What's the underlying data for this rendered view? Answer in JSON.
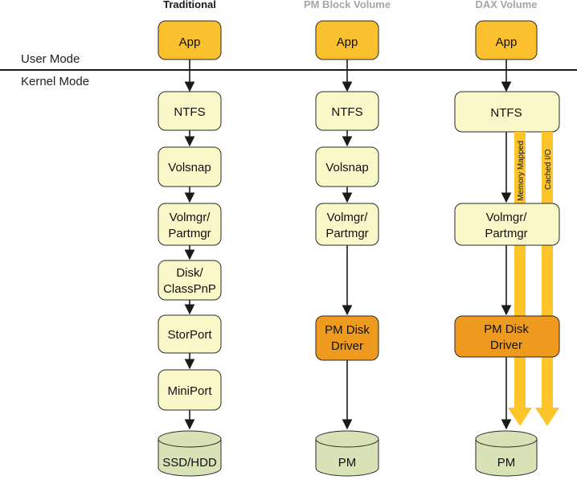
{
  "columns": {
    "traditional": "Traditional",
    "pm_block": "PM Block Volume",
    "dax": "DAX Volume"
  },
  "modes": {
    "user": "User Mode",
    "kernel": "Kernel Mode"
  },
  "traditional": {
    "app": "App",
    "ntfs": "NTFS",
    "volsnap": "Volsnap",
    "volmgr_1": "Volmgr/",
    "volmgr_2": "Partmgr",
    "disk_1": "Disk/",
    "disk_2": "ClassPnP",
    "storport": "StorPort",
    "miniport": "MiniPort",
    "storage": "SSD/HDD"
  },
  "pm_block": {
    "app": "App",
    "ntfs": "NTFS",
    "volsnap": "Volsnap",
    "volmgr_1": "Volmgr/",
    "volmgr_2": "Partmgr",
    "driver_1": "PM Disk",
    "driver_2": "Driver",
    "storage": "PM"
  },
  "dax": {
    "app": "App",
    "ntfs": "NTFS",
    "volmgr_1": "Volmgr/",
    "volmgr_2": "Partmgr",
    "driver_1": "PM Disk",
    "driver_2": "Driver",
    "storage": "PM",
    "memory_mapped": "Memory Mapped",
    "cached_io": "Cached I/O"
  },
  "colors": {
    "app_fill": "#FBC02D",
    "driver_fill": "#EE9A1E",
    "box_fill": "#FAF7C8",
    "storage_fill": "#D9E2B6",
    "path_arrow": "#FDC52A",
    "column_title_gray": "#A6A6A6"
  }
}
